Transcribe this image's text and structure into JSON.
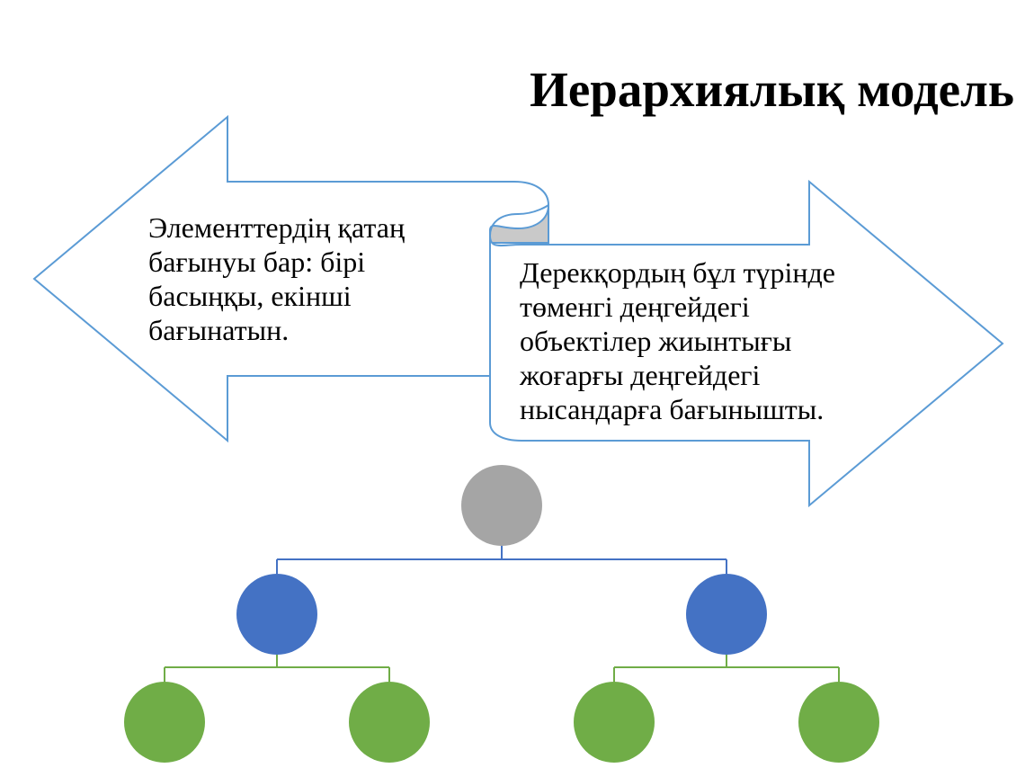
{
  "title": "Иерархиялық модель",
  "left_arrow": {
    "lines": [
      "Элементтердің қатаң",
      "бағынуы бар: бірі",
      "басыңқы, екінші",
      "бағынатын."
    ]
  },
  "right_arrow": {
    "lines": [
      "Дерекқордың бұл түрінде",
      "төменгі деңгейдегі",
      "объектілер жиынтығы",
      "жоғарғы деңгейдегі",
      "нысандарға бағынышты."
    ]
  },
  "hierarchy": {
    "levels": 3,
    "colors": {
      "root": "#a5a5a5",
      "middle": "#4472c4",
      "leaf": "#70ad47",
      "arrow_outline": "#5b9bd5",
      "scroll_curl": "#c9c9c9"
    }
  }
}
